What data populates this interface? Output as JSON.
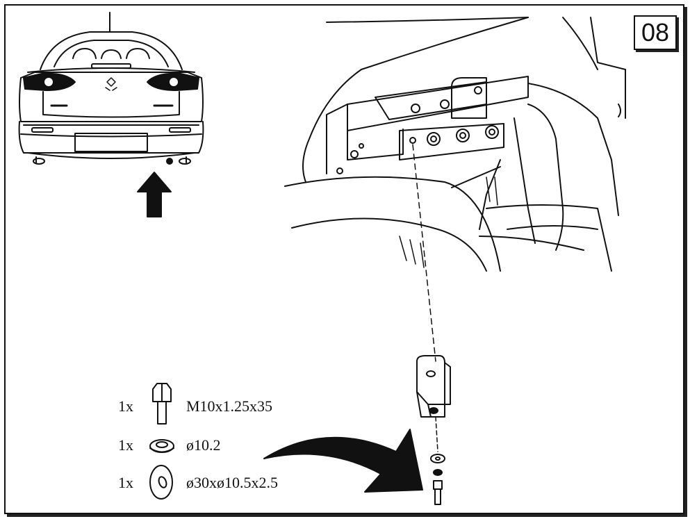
{
  "step_number": "08",
  "parts": [
    {
      "qty": "1x",
      "icon": "bolt-icon",
      "spec": "M10x1.25x35"
    },
    {
      "qty": "1x",
      "icon": "lock-washer-icon",
      "spec": "ø10.2"
    },
    {
      "qty": "1x",
      "icon": "flat-washer-icon",
      "spec": "ø30xø10.5x2.5"
    }
  ]
}
